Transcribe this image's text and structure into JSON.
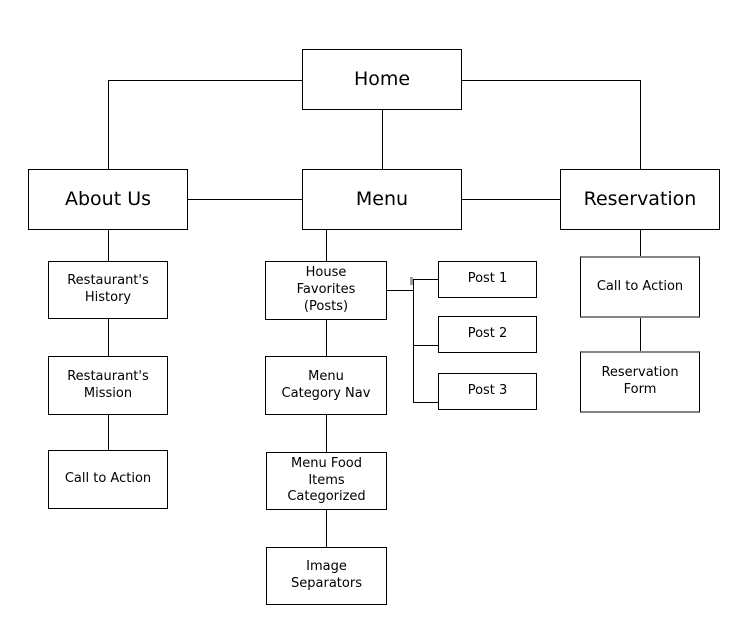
{
  "diagram": {
    "type": "sitemap-tree",
    "background_color": "#ffffff",
    "node_fill_color": "#ffffff",
    "node_border_color": "#000000",
    "muted_border_color": "#858585",
    "connector_color": "#000000",
    "nodes": {
      "home": {
        "label": "Home"
      },
      "about_us": {
        "label": "About Us"
      },
      "menu": {
        "label": "Menu"
      },
      "reservation": {
        "label": "Reservation"
      },
      "restaurants_history": {
        "label": "Restaurant's\nHistory"
      },
      "restaurants_mission": {
        "label": "Restaurant's\nMission"
      },
      "call_to_action_left": {
        "label": "Call to Action"
      },
      "house_favorites": {
        "label": "House\nFavorites\n(Posts)"
      },
      "menu_category_nav": {
        "label": "Menu\nCategory Nav"
      },
      "menu_food_items": {
        "label": "Menu Food\nItems\nCategorized"
      },
      "image_separators": {
        "label": "Image\nSeparators"
      },
      "post_1": {
        "label": "Post 1"
      },
      "post_2": {
        "label": "Post 2"
      },
      "post_3": {
        "label": "Post 3"
      },
      "call_to_action_right": {
        "label": "Call to Action"
      },
      "reservation_form": {
        "label": "Reservation\nForm"
      }
    },
    "edges": [
      {
        "from": "Home",
        "to": "About Us"
      },
      {
        "from": "Home",
        "to": "Menu"
      },
      {
        "from": "Home",
        "to": "Reservation"
      },
      {
        "from": "About Us",
        "to": "Menu"
      },
      {
        "from": "Menu",
        "to": "Reservation"
      },
      {
        "from": "About Us",
        "to": "Restaurant's History"
      },
      {
        "from": "Restaurant's History",
        "to": "Restaurant's Mission"
      },
      {
        "from": "Restaurant's Mission",
        "to": "Call to Action"
      },
      {
        "from": "Menu",
        "to": "House Favorites (Posts)"
      },
      {
        "from": "House Favorites (Posts)",
        "to": "Post 1"
      },
      {
        "from": "House Favorites (Posts)",
        "to": "Post 2"
      },
      {
        "from": "House Favorites (Posts)",
        "to": "Post 3"
      },
      {
        "from": "House Favorites (Posts)",
        "to": "Menu Category Nav"
      },
      {
        "from": "Menu Category Nav",
        "to": "Menu Food Items Categorized"
      },
      {
        "from": "Menu Food Items Categorized",
        "to": "Image Separators"
      },
      {
        "from": "Reservation",
        "to": "Call to Action"
      },
      {
        "from": "Call to Action",
        "to": "Reservation Form"
      }
    ]
  }
}
